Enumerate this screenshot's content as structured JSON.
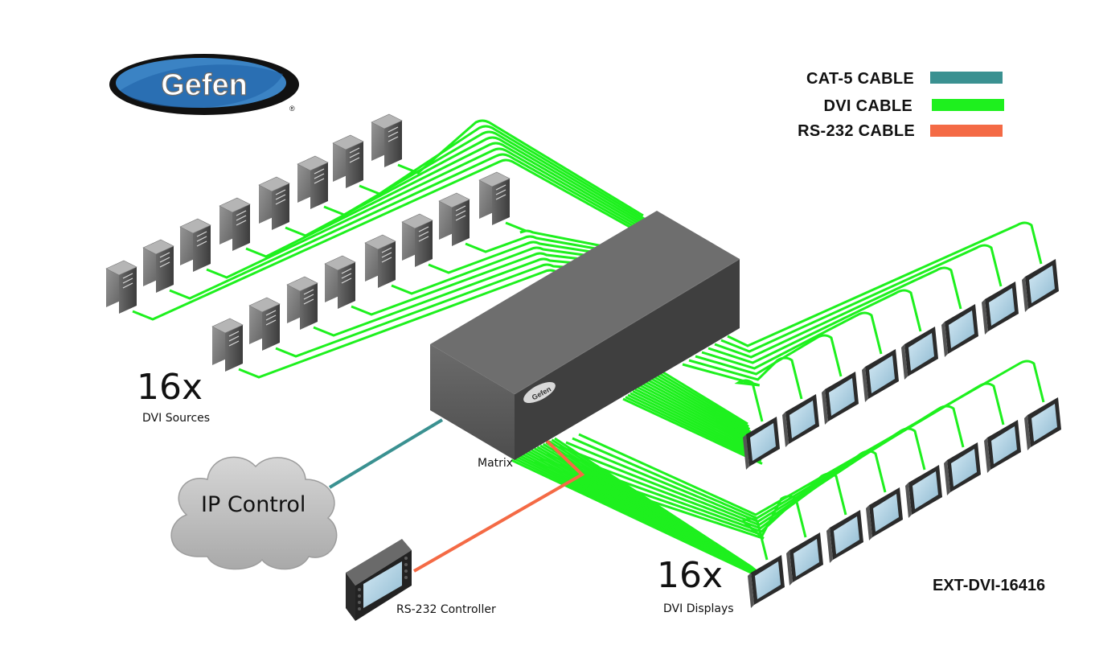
{
  "brand": {
    "logo_text": "Gefen",
    "registered_mark": "®",
    "badge_text": "Gefen"
  },
  "legend": [
    {
      "label": "CAT-5 CABLE",
      "color": "#3a9191"
    },
    {
      "label": "DVI CABLE",
      "color": "#1ef01e"
    },
    {
      "label": "RS-232 CABLE",
      "color": "#f46a45"
    }
  ],
  "sources": {
    "count": "16x",
    "label": "DVI Sources"
  },
  "displays": {
    "count": "16x",
    "label": "DVI Displays"
  },
  "matrix": {
    "label": "Matrix"
  },
  "ip_control": {
    "label": "IP Control"
  },
  "controller": {
    "label": "RS-232 Controller"
  },
  "model": "EXT-DVI-16416",
  "colors": {
    "dvi": "#1ef01e",
    "cat5": "#3a9191",
    "rs232": "#f46a45",
    "matrix_body": "#5b5b5b"
  }
}
